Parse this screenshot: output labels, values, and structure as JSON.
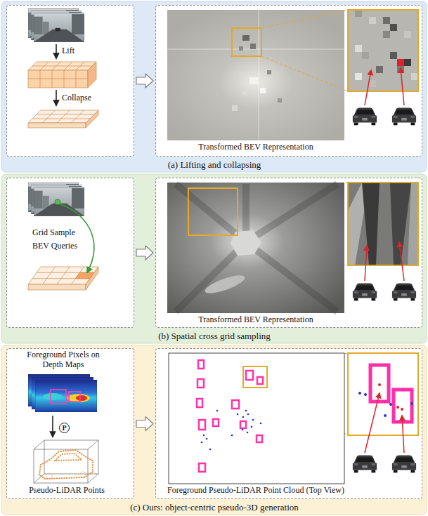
{
  "diagram": {
    "nodes": [
      {
        "text": [
          "(a) Lifting and collapsing"
        ]
      },
      {
        "text": [
          "Lift",
          "Collapse"
        ],
        "in": 0
      },
      {
        "text": [
          "Transformed BEV Representation"
        ],
        "in": 0
      },
      {
        "text": [
          "(b) Spatial cross grid sampling"
        ]
      },
      {
        "text": [
          "Grid Sample",
          "BEV Queries"
        ],
        "in": 3
      },
      {
        "text": [
          "Transformed BEV Representation"
        ],
        "in": 3
      },
      {
        "text": [
          "(c) Ours: object-centric pseudo-3D generation"
        ]
      },
      {
        "text": [
          "Foreground Pixels on Depth Maps",
          "Pseudo-LiDAR Points"
        ],
        "in": 6
      },
      {
        "text": [
          "P"
        ],
        "in": 7
      },
      {
        "text": [
          "Foreground Pseudo-LiDAR Point Cloud (Top View)"
        ],
        "in": 6
      }
    ],
    "edges": [
      {
        "from": 1,
        "to": 2,
        "arrow": "to"
      },
      {
        "from": 4,
        "to": 5,
        "arrow": "to"
      },
      {
        "from": 7,
        "to": 9,
        "arrow": "to"
      }
    ]
  }
}
